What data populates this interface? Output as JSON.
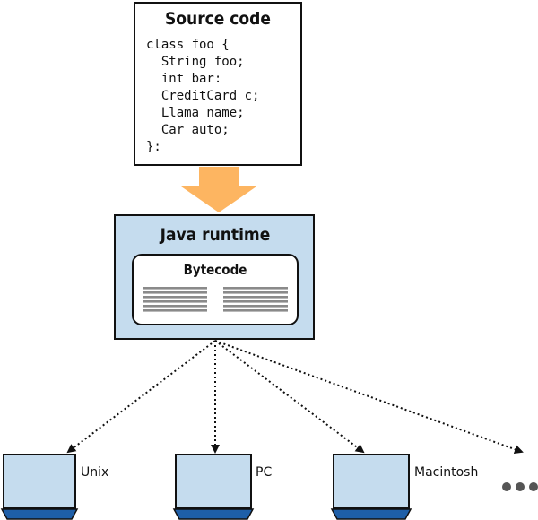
{
  "source": {
    "title": "Source code",
    "code_lines": [
      "class foo {",
      "  String foo;",
      "  int bar:",
      "  CreditCard c;",
      "  Llama name;",
      "  Car auto;",
      "}:"
    ]
  },
  "runtime": {
    "title": "Java runtime",
    "bytecode_label": "Bytecode"
  },
  "platforms": [
    "Unix",
    "PC",
    "Macintosh"
  ],
  "colors": {
    "arrow": "#fdb561",
    "runtime_fill": "#c5dcee",
    "screen_fill": "#c5dcee",
    "base_fill": "#1e5fa8",
    "bytecode_lines": "#8a8a8a",
    "dots": "#555555"
  }
}
